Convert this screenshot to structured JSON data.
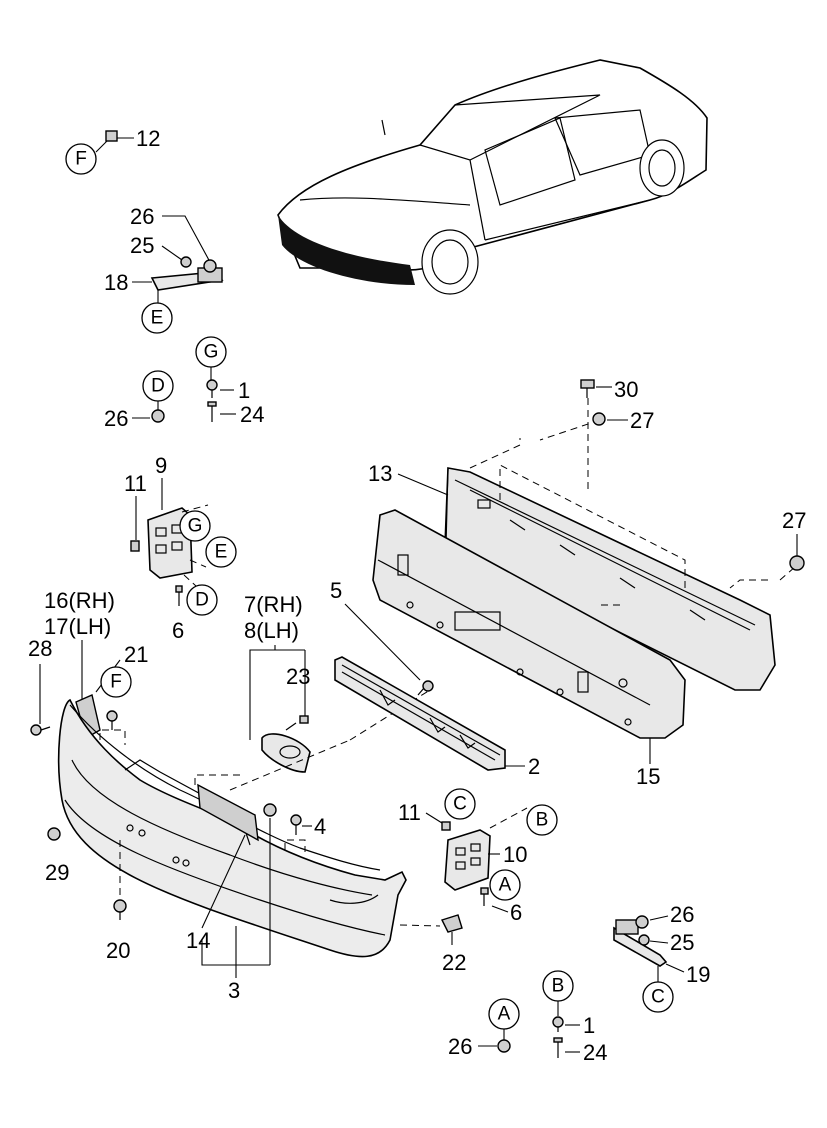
{
  "labels": {
    "l12": "12",
    "l26a": "26",
    "l25a": "25",
    "l18": "18",
    "l1a": "1",
    "l24a": "24",
    "l26b": "26",
    "l30": "30",
    "l27a": "27",
    "l13": "13",
    "l27b": "27",
    "l11a": "11",
    "l9": "9",
    "l6a": "6",
    "l16": "16(RH)",
    "l17": "17(LH)",
    "l28": "28",
    "l21": "21",
    "l7": "7(RH)",
    "l8": "8(LH)",
    "l23": "23",
    "l5": "5",
    "l2": "2",
    "l15": "15",
    "l4": "4",
    "l29": "29",
    "l20": "20",
    "l14": "14",
    "l3": "3",
    "l11b": "11",
    "l10": "10",
    "l6b": "6",
    "l22": "22",
    "l26c": "26",
    "l25b": "25",
    "l19": "19",
    "l1b": "1",
    "l24b": "24",
    "l26d": "26"
  },
  "callouts": {
    "F1": "F",
    "E1": "E",
    "G1": "G",
    "D1": "D",
    "G2": "G",
    "E2": "E",
    "D2": "D",
    "F2": "F",
    "C1": "C",
    "B1": "B",
    "A1": "A",
    "C2": "C",
    "B2": "B",
    "A2": "A"
  }
}
